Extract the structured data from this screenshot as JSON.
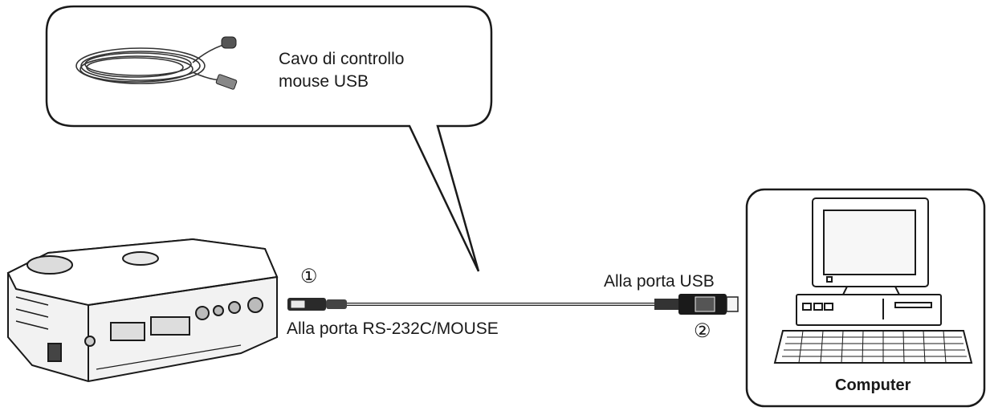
{
  "callout": {
    "cable_label": "Cavo di controllo\nmouse USB"
  },
  "connection": {
    "step1": "①",
    "step2": "②",
    "projector_port_label": "Alla porta RS-232C/MOUSE",
    "computer_port_label": "Alla porta USB"
  },
  "computer": {
    "label": "Computer"
  }
}
